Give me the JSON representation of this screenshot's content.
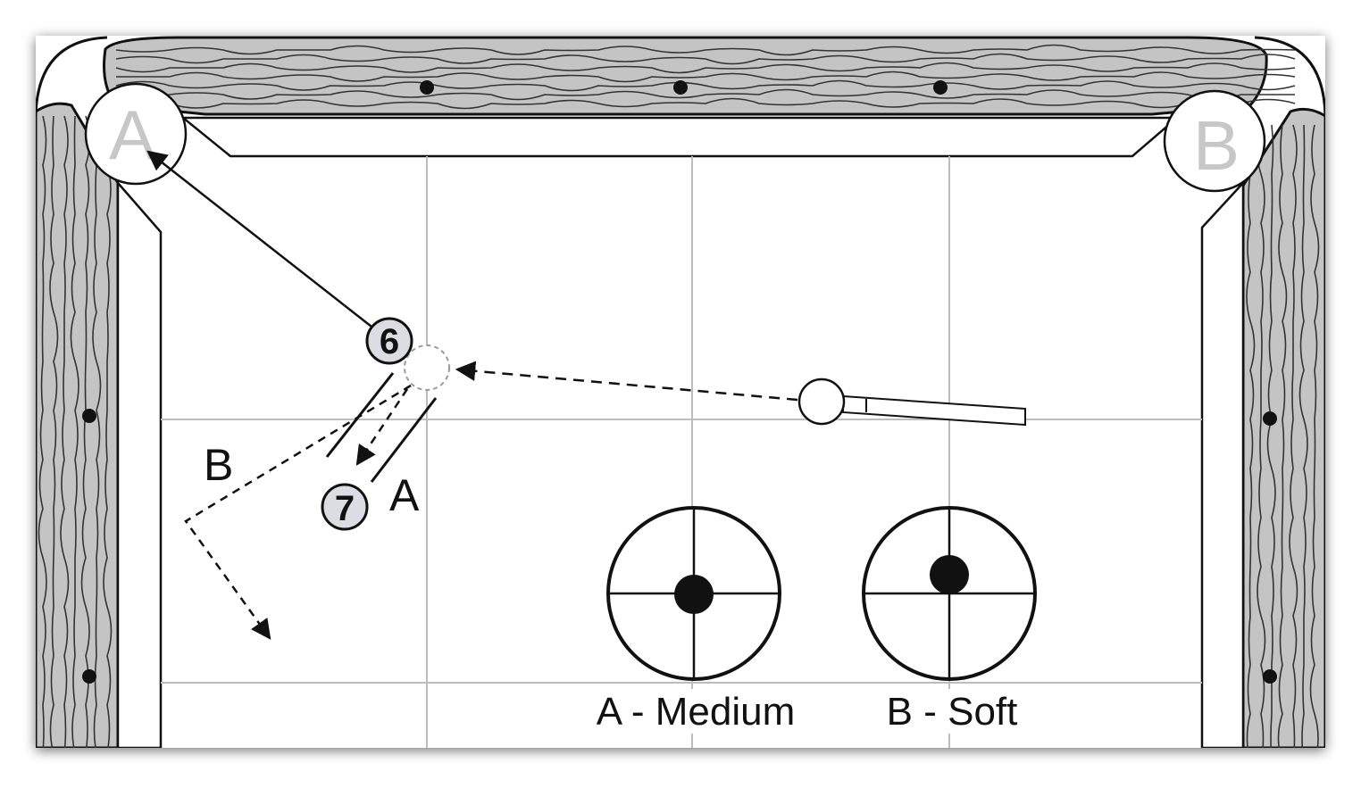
{
  "pockets": {
    "left": "A",
    "right": "B"
  },
  "balls": {
    "object_ball": "6",
    "second_ball": "7"
  },
  "paths": {
    "label_a": "A",
    "label_b": "B"
  },
  "legend": {
    "medium": "A - Medium",
    "soft": "B - Soft"
  },
  "cue_tip": {
    "medium": "center",
    "soft": "above center"
  },
  "colors": {
    "rail": "#c4c4c4",
    "line": "#111111",
    "grid": "#bdbdbd",
    "pocket_label": "#c7c7c7",
    "ball_fill": "#dcdde2"
  }
}
